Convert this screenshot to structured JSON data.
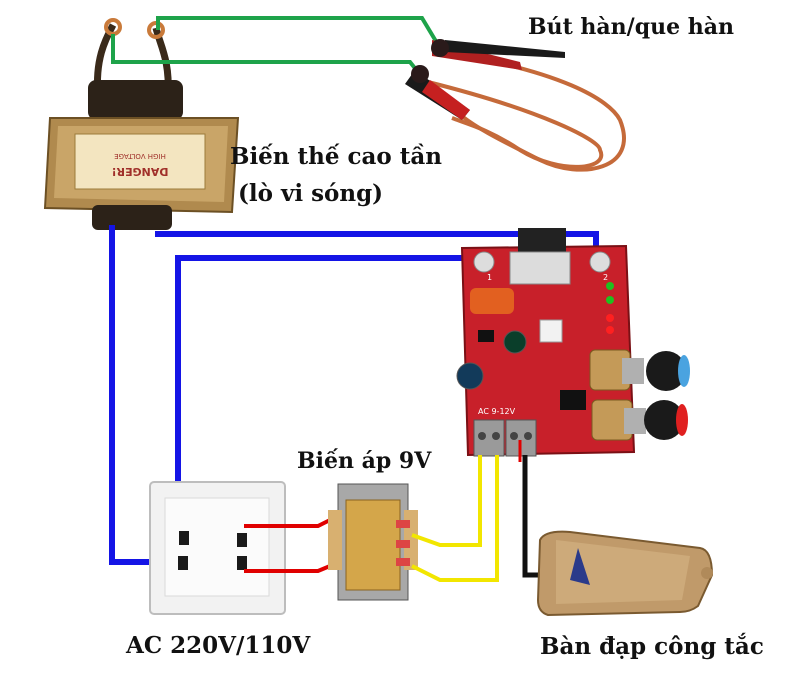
{
  "labels": {
    "welding_pen": "Bút hàn/que hàn",
    "mot_line1": "Biến thế cao tần",
    "mot_line2": "(lò vi sóng)",
    "transformer_9v": "Biến áp 9V",
    "ac_supply": "AC 220V/110V",
    "foot_pedal": "Bàn đạp công tắc"
  },
  "markings": {
    "mot_plate_danger": "DANGER!",
    "mot_plate_hv": "HIGH VOLTAGE",
    "board_in": "AC 9-12V",
    "board_t1": "1",
    "board_t2": "2"
  },
  "colors": {
    "ac_wire": "#1414e6",
    "secondary_wire": "#1ea34a",
    "low_voltage_wire": "#f2e600",
    "primary_red_wire": "#e00000",
    "pcb": "#c8202a",
    "pedal": "#c09a6a",
    "copper": "#c56a3a"
  }
}
